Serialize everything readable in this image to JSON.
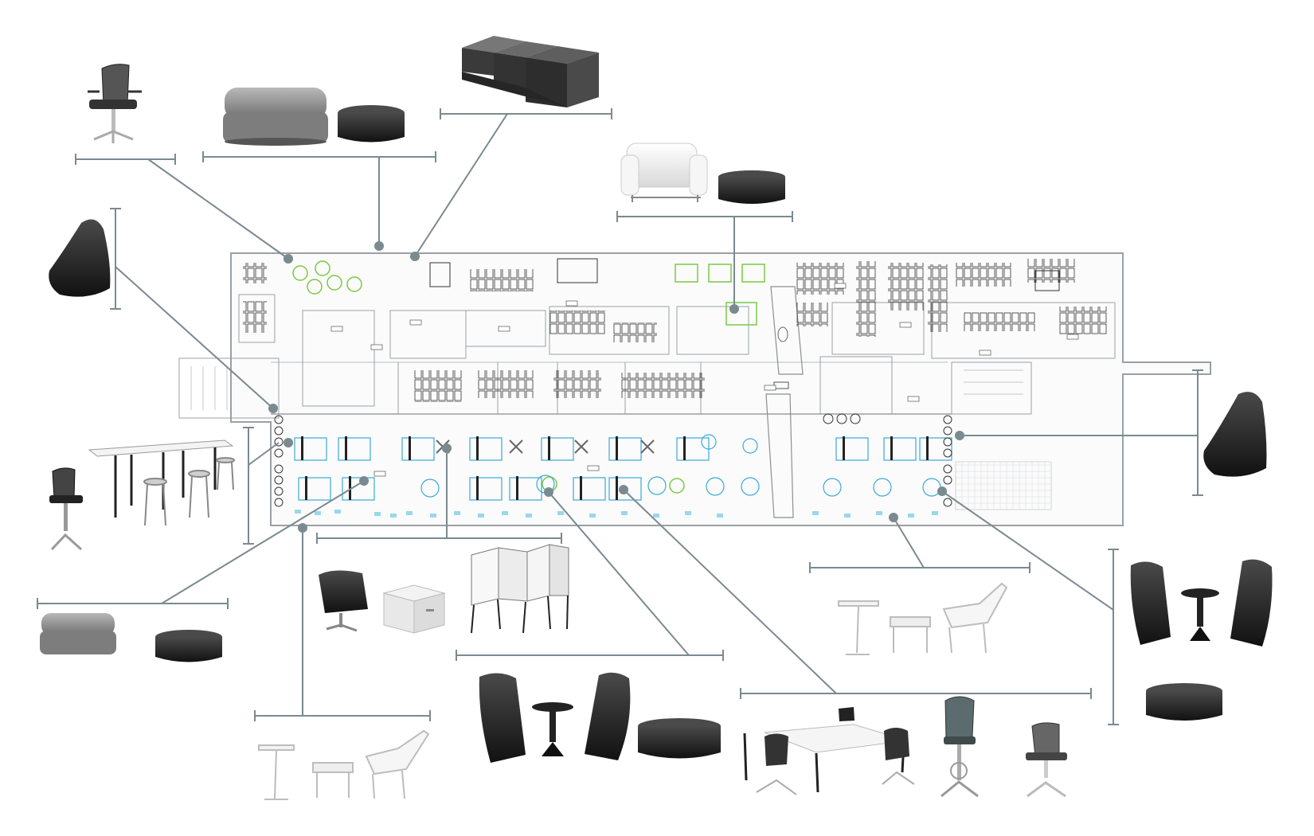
{
  "colors": {
    "leader": "#7a8a90",
    "plan_line": "#9aa0a4",
    "plan_dark": "#2a2a2a",
    "accent_green": "#7ac943",
    "accent_blue": "#3aa9d8",
    "furniture_dark": "#1c1c1c",
    "furniture_grey": "#8a8a8a",
    "furniture_white": "#f2f2f2"
  },
  "callouts": [
    {
      "id": "task-chair-topleft",
      "products": [
        "task-chair"
      ]
    },
    {
      "id": "sofa-ottoman-top",
      "products": [
        "sofa",
        "pouf-ottoman"
      ]
    },
    {
      "id": "tiered-seating",
      "products": [
        "tiered-bleacher-seating"
      ]
    },
    {
      "id": "lounge-chair-ottoman",
      "products": [
        "white-club-chair",
        "pouf-ottoman"
      ]
    },
    {
      "id": "bean-bag-left",
      "products": [
        "bean-bag"
      ]
    },
    {
      "id": "bean-bag-right",
      "products": [
        "bean-bag"
      ]
    },
    {
      "id": "standing-table-stools",
      "products": [
        "standing-height-table",
        "bar-stools",
        "drafting-chair"
      ]
    },
    {
      "id": "sofa-ottoman-left",
      "products": [
        "sofa",
        "pouf-ottoman"
      ]
    },
    {
      "id": "lounge-cube-whiteboards",
      "products": [
        "shell-lounge-chair",
        "white-cube-table",
        "mobile-whiteboards"
      ]
    },
    {
      "id": "laptop-table-lounger-left",
      "products": [
        "laptop-table",
        "bench",
        "lounge-chaise"
      ]
    },
    {
      "id": "high-back-pair-left",
      "products": [
        "high-back-lounge-pair",
        "pouf-ottoman"
      ]
    },
    {
      "id": "conference-table",
      "products": [
        "conference-table",
        "task-chairs",
        "drafting-stool",
        "task-chair"
      ]
    },
    {
      "id": "laptop-table-lounger-right",
      "products": [
        "laptop-table",
        "bench",
        "lounge-chaise"
      ]
    },
    {
      "id": "high-back-pair-right",
      "products": [
        "high-back-lounge-pair",
        "pouf-ottoman"
      ]
    }
  ]
}
